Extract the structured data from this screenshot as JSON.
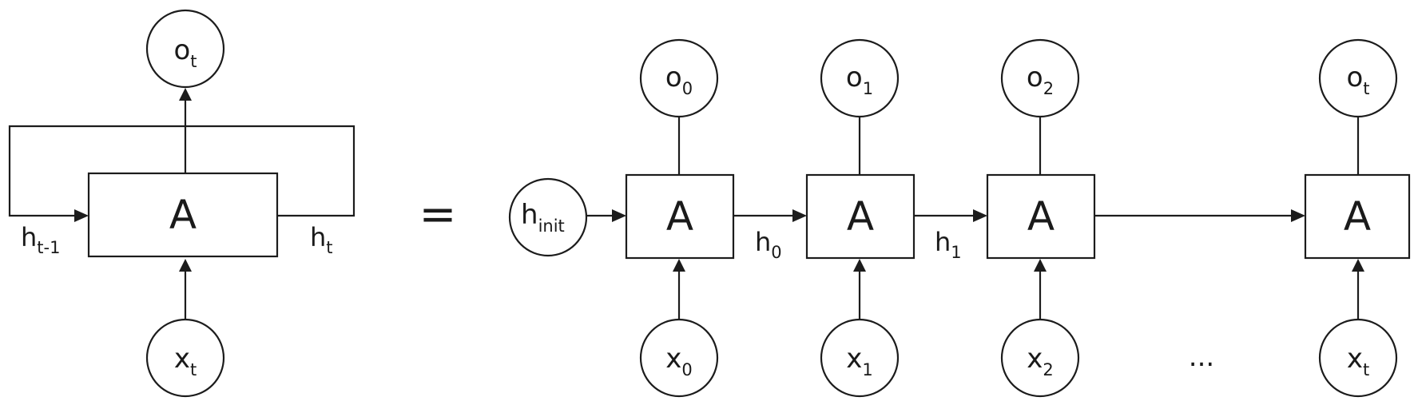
{
  "diagram": {
    "folded": {
      "cell": "A",
      "output": {
        "base": "o",
        "sub": "t"
      },
      "input": {
        "base": "x",
        "sub": "t"
      },
      "h_in": {
        "base": "h",
        "sub": "t-1"
      },
      "h_out": {
        "base": "h",
        "sub": "t"
      }
    },
    "equals": "=",
    "unrolled": {
      "h_init": {
        "base": "h",
        "sub": "init"
      },
      "steps": [
        {
          "cell": "A",
          "output": {
            "base": "o",
            "sub": "0"
          },
          "input": {
            "base": "x",
            "sub": "0"
          }
        },
        {
          "cell": "A",
          "output": {
            "base": "o",
            "sub": "1"
          },
          "input": {
            "base": "x",
            "sub": "1"
          }
        },
        {
          "cell": "A",
          "output": {
            "base": "o",
            "sub": "2"
          },
          "input": {
            "base": "x",
            "sub": "2"
          }
        },
        {
          "cell": "A",
          "output": {
            "base": "o",
            "sub": "t"
          },
          "input": {
            "base": "x",
            "sub": "t"
          }
        }
      ],
      "hidden_labels": [
        {
          "base": "h",
          "sub": "0"
        },
        {
          "base": "h",
          "sub": "1"
        }
      ],
      "ellipsis": "..."
    }
  }
}
